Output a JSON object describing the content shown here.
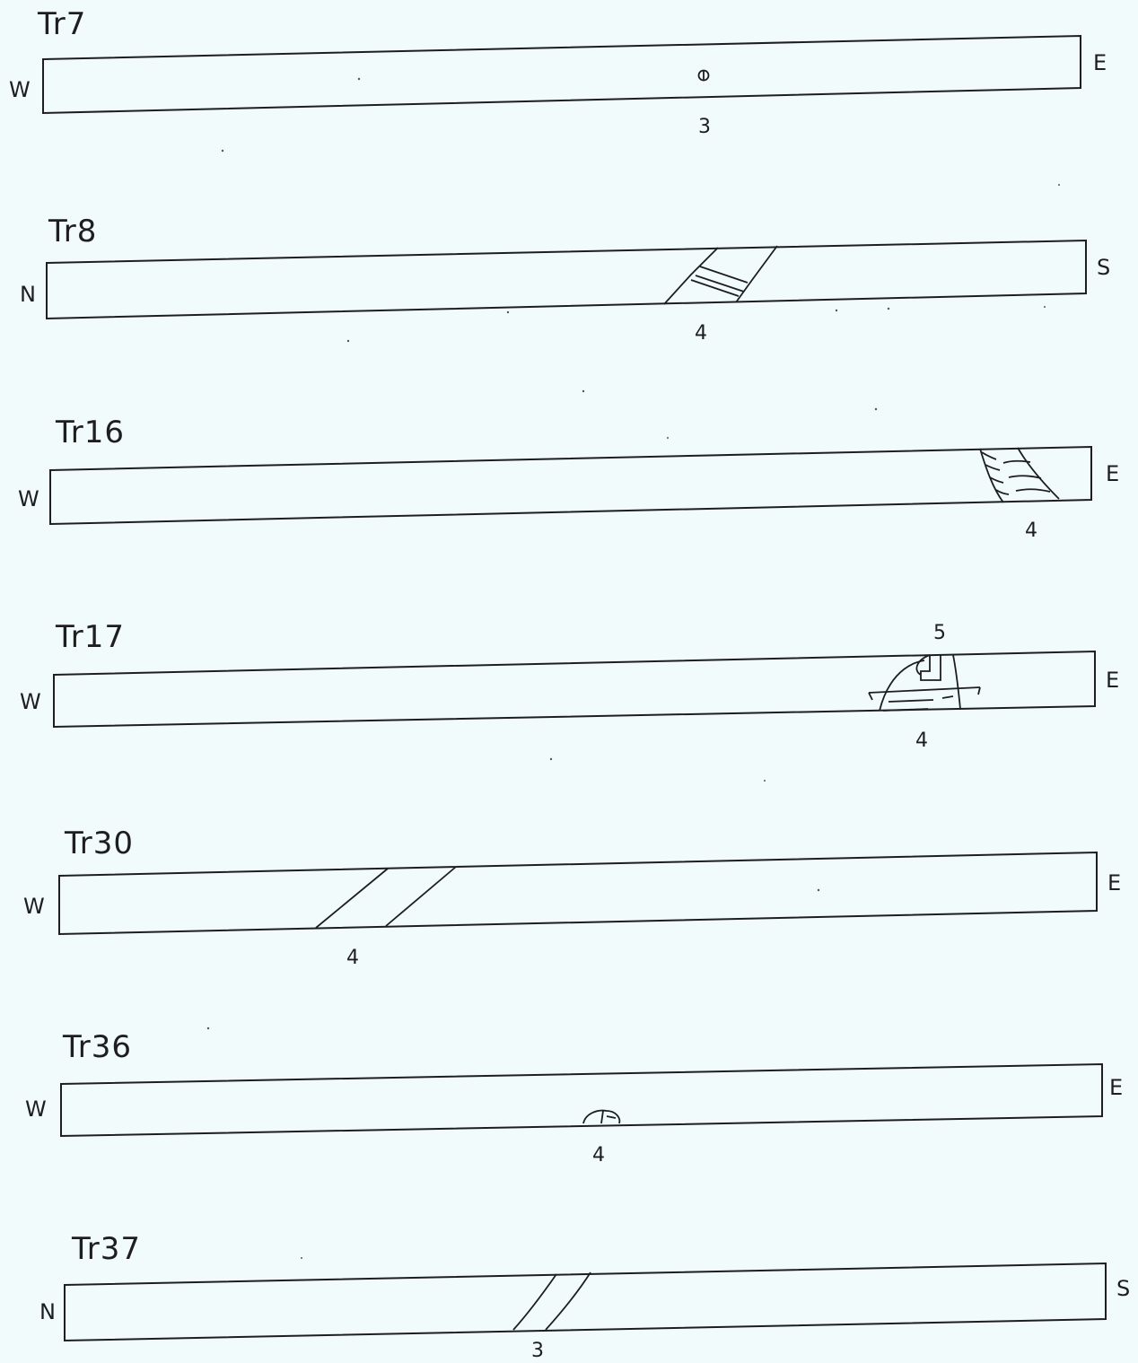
{
  "background_color": "#f1fbfc",
  "ink_color": "#1e1e1e",
  "trenches": [
    {
      "id": "tr7",
      "title": "Tr7",
      "left_label": "W",
      "right_label": "E",
      "feature_labels": [
        "3"
      ]
    },
    {
      "id": "tr8",
      "title": "Tr8",
      "left_label": "N",
      "right_label": "S",
      "feature_labels": [
        "4"
      ]
    },
    {
      "id": "tr16",
      "title": "Tr16",
      "left_label": "W",
      "right_label": "E",
      "feature_labels": [
        "4"
      ]
    },
    {
      "id": "tr17",
      "title": "Tr17",
      "left_label": "W",
      "right_label": "E",
      "feature_labels": [
        "5",
        "4"
      ]
    },
    {
      "id": "tr30",
      "title": "Tr30",
      "left_label": "W",
      "right_label": "E",
      "feature_labels": [
        "4"
      ]
    },
    {
      "id": "tr36",
      "title": "Tr36",
      "left_label": "W",
      "right_label": "E",
      "feature_labels": [
        "4"
      ]
    },
    {
      "id": "tr37",
      "title": "Tr37",
      "left_label": "N",
      "right_label": "S",
      "feature_labels": [
        "3"
      ]
    }
  ]
}
